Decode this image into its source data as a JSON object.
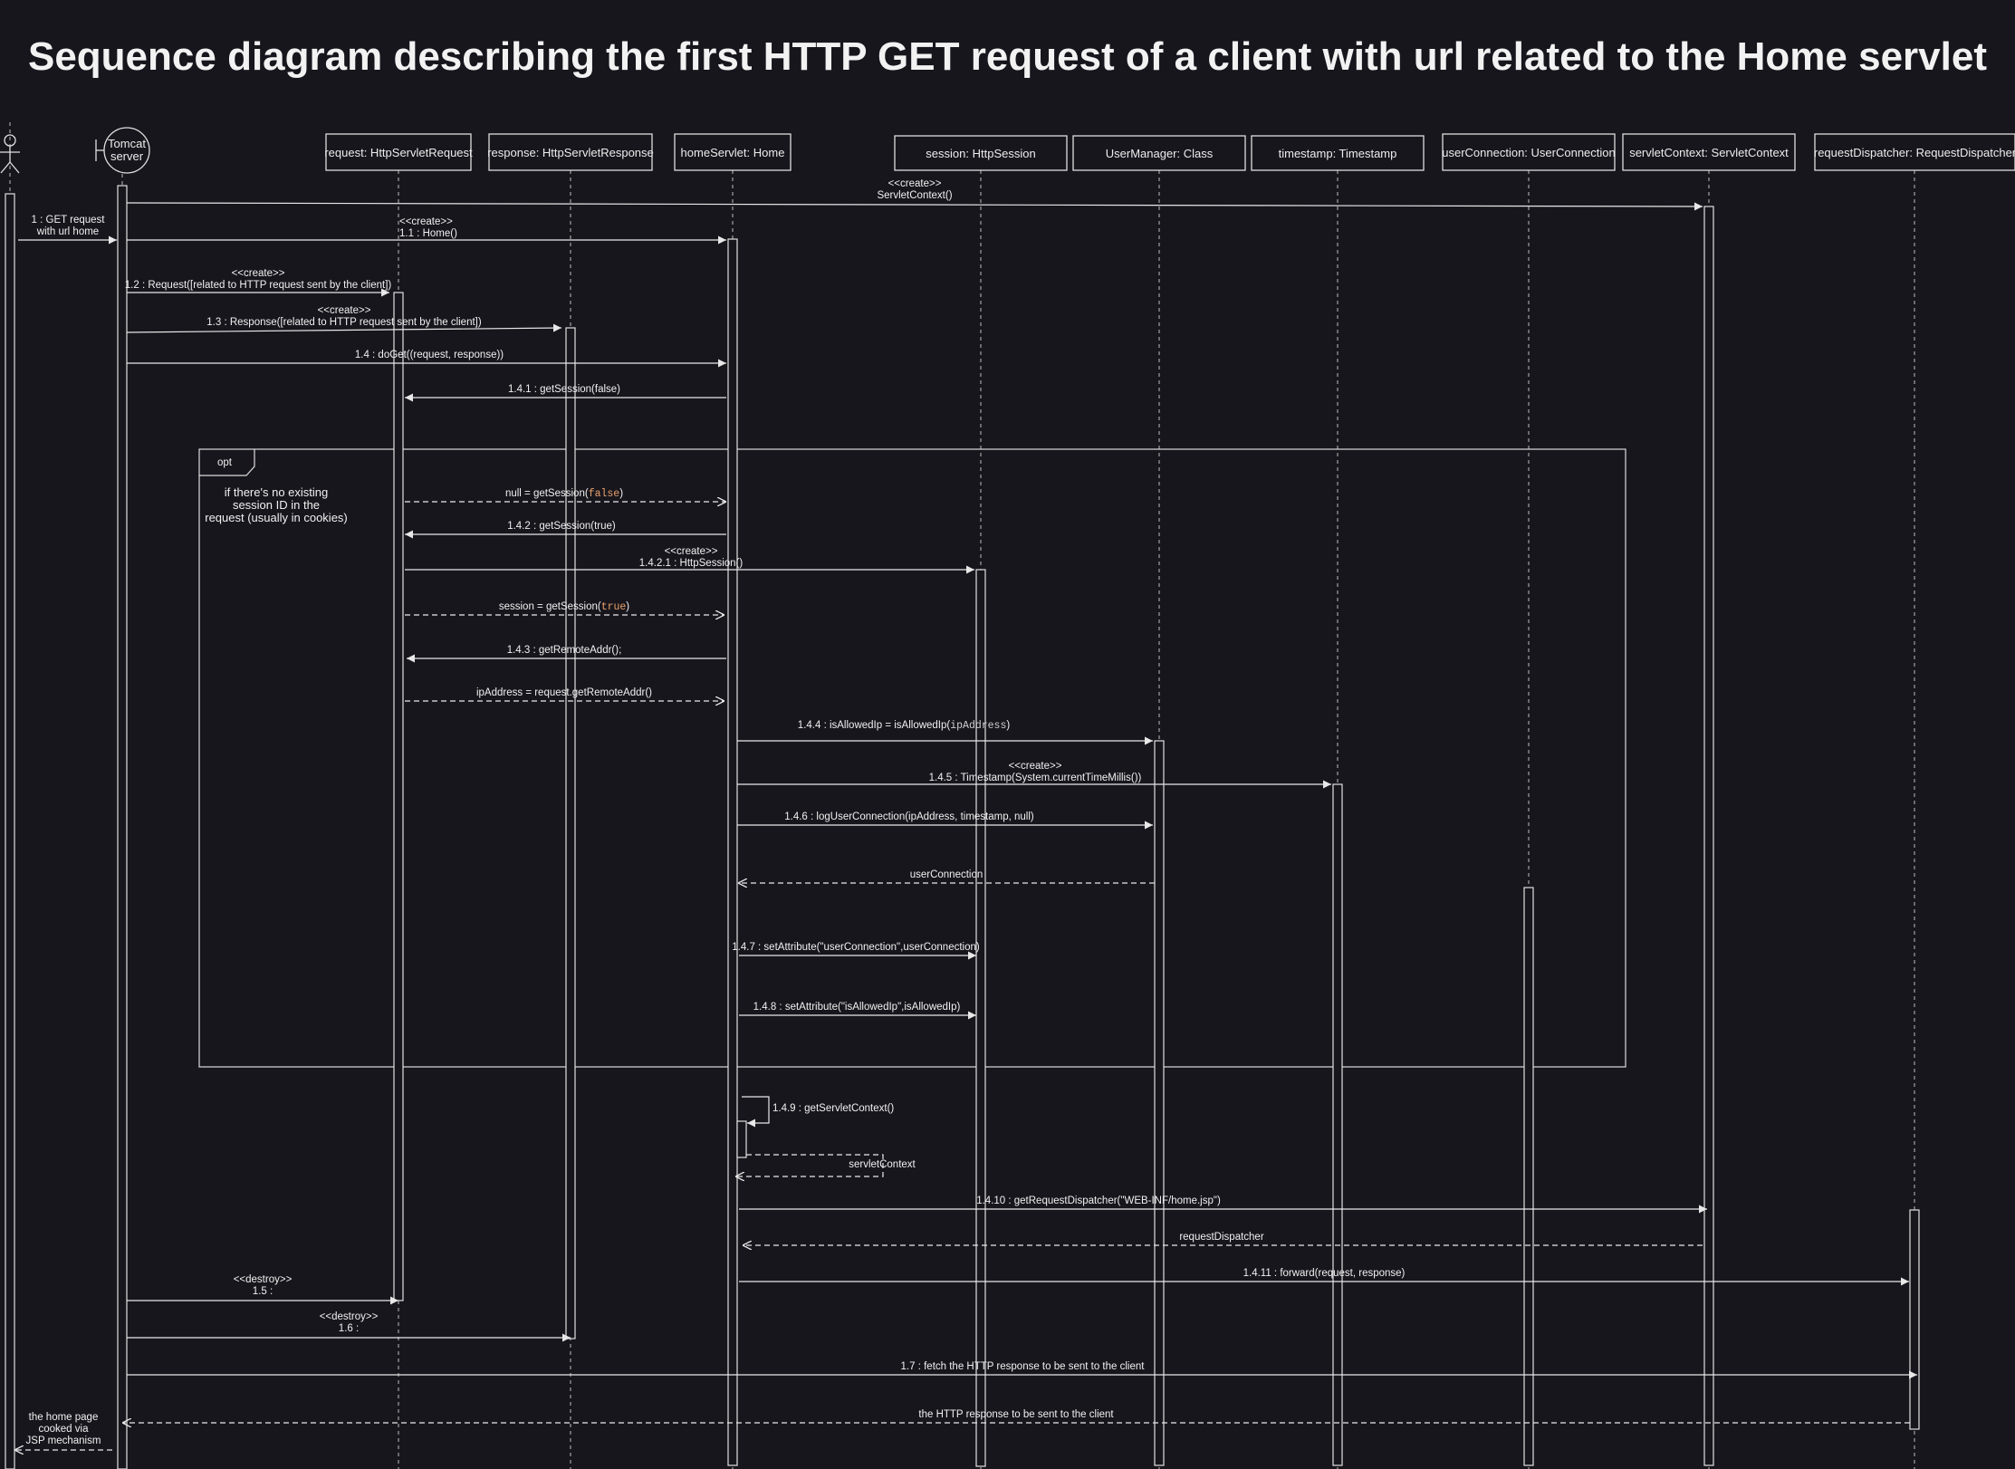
{
  "title": "Sequence diagram describing the first HTTP GET request of a client with url related to the Home servlet",
  "tomcat_label": [
    "Tomcat",
    "server"
  ],
  "participants": [
    {
      "id": "request",
      "label": "request: HttpServletRequest"
    },
    {
      "id": "response",
      "label": "response: HttpServletResponse"
    },
    {
      "id": "home",
      "label": "homeServlet: Home"
    },
    {
      "id": "session",
      "label": "session: HttpSession"
    },
    {
      "id": "usermanager",
      "label": "UserManager: Class"
    },
    {
      "id": "timestamp",
      "label": "timestamp: Timestamp"
    },
    {
      "id": "userconnection",
      "label": "userConnection: UserConnection"
    },
    {
      "id": "servletcontext",
      "label": "servletContext: ServletContext"
    },
    {
      "id": "dispatcher",
      "label": "requestDispatcher: RequestDispatcher"
    }
  ],
  "opt_frame": {
    "tag": "opt",
    "guard": [
      "if there's no existing",
      "session ID in the",
      "request (usually in cookies)"
    ]
  },
  "messages": [
    {
      "id": "m_ctx",
      "from": "tomcat",
      "to": "servletcontext",
      "kind": "sync",
      "text": [
        "<<create>>",
        "ServletContext()"
      ]
    },
    {
      "id": "m1",
      "from": "actor",
      "to": "tomcat",
      "kind": "sync",
      "text": [
        "1 : GET request",
        "with url home"
      ]
    },
    {
      "id": "m11",
      "from": "tomcat",
      "to": "home",
      "kind": "sync",
      "text": [
        "<<create>>",
        "1.1 : Home()"
      ]
    },
    {
      "id": "m12",
      "from": "tomcat",
      "to": "request",
      "kind": "sync",
      "text": [
        "<<create>>",
        "1.2 : Request([related to HTTP request sent by the client])"
      ]
    },
    {
      "id": "m13",
      "from": "tomcat",
      "to": "response",
      "kind": "sync",
      "text": [
        "<<create>>",
        "1.3 : Response([related to HTTP request sent by the client])"
      ]
    },
    {
      "id": "m14",
      "from": "tomcat",
      "to": "home",
      "kind": "sync",
      "text": [
        "1.4 : doGet((request, response))"
      ]
    },
    {
      "id": "m141",
      "from": "home",
      "to": "request",
      "kind": "sync",
      "text": [
        "1.4.1 : getSession(false)"
      ]
    },
    {
      "id": "r_null",
      "from": "request",
      "to": "home",
      "kind": "return",
      "text": [
        "null = getSession(",
        "false",
        ")"
      ]
    },
    {
      "id": "m142",
      "from": "home",
      "to": "request",
      "kind": "sync",
      "text": [
        "1.4.2 : getSession(true)"
      ]
    },
    {
      "id": "m1421",
      "from": "request",
      "to": "session",
      "kind": "sync",
      "text": [
        "<<create>>",
        "1.4.2.1 : HttpSession()"
      ]
    },
    {
      "id": "r_sess",
      "from": "request",
      "to": "home",
      "kind": "return",
      "text": [
        "session = getSession(",
        "true",
        ")"
      ]
    },
    {
      "id": "m143",
      "from": "home",
      "to": "request",
      "kind": "sync",
      "text": [
        "1.4.3 : getRemoteAddr();"
      ]
    },
    {
      "id": "r_ip",
      "from": "request",
      "to": "home",
      "kind": "return",
      "text": [
        "ipAddress = request.getRemoteAddr()"
      ]
    },
    {
      "id": "m144",
      "from": "home",
      "to": "usermanager",
      "kind": "sync",
      "text": [
        "1.4.4 : isAllowedIp = isAllowedIp(",
        "ipAddress",
        ")"
      ]
    },
    {
      "id": "m145",
      "from": "home",
      "to": "timestamp",
      "kind": "sync",
      "text": [
        "<<create>>",
        "1.4.5 : Timestamp(System.currentTimeMillis())"
      ]
    },
    {
      "id": "m146",
      "from": "home",
      "to": "usermanager",
      "kind": "sync",
      "text": [
        "1.4.6 : logUserConnection(ipAddress, timestamp, null)"
      ]
    },
    {
      "id": "r_uc",
      "from": "usermanager",
      "to": "home",
      "kind": "return",
      "text": [
        "userConnection"
      ]
    },
    {
      "id": "m147",
      "from": "home",
      "to": "session",
      "kind": "sync",
      "text": [
        "1.4.7 : setAttribute(\"userConnection\",userConnection)"
      ]
    },
    {
      "id": "m148",
      "from": "home",
      "to": "session",
      "kind": "sync",
      "text": [
        "1.4.8 : setAttribute(\"isAllowedIp\",isAllowedIp)"
      ]
    },
    {
      "id": "m149",
      "from": "home",
      "to": "home",
      "kind": "self",
      "text": [
        "1.4.9 : getServletContext()"
      ]
    },
    {
      "id": "r_sc",
      "from": "home",
      "to": "home",
      "kind": "return",
      "text": [
        "servletContext"
      ]
    },
    {
      "id": "m1410",
      "from": "home",
      "to": "servletcontext",
      "kind": "sync",
      "text": [
        "1.4.10 : getRequestDispatcher(\"WEB-INF/home.jsp\")"
      ]
    },
    {
      "id": "r_rd",
      "from": "servletcontext",
      "to": "home",
      "kind": "return",
      "text": [
        "requestDispatcher"
      ]
    },
    {
      "id": "m1411",
      "from": "home",
      "to": "dispatcher",
      "kind": "sync",
      "text": [
        "1.4.11 : forward(request, response)"
      ]
    },
    {
      "id": "m15",
      "from": "tomcat",
      "to": "request",
      "kind": "sync",
      "text": [
        "<<destroy>>",
        "1.5 :"
      ]
    },
    {
      "id": "m16",
      "from": "tomcat",
      "to": "response",
      "kind": "sync",
      "text": [
        "<<destroy>>",
        "1.6 :"
      ]
    },
    {
      "id": "m17",
      "from": "tomcat",
      "to": "dispatcher",
      "kind": "sync",
      "text": [
        "1.7 : fetch the HTTP response to be sent to the client"
      ]
    },
    {
      "id": "r_resp",
      "from": "dispatcher",
      "to": "tomcat",
      "kind": "return",
      "text": [
        "the HTTP response to be sent to the client"
      ]
    },
    {
      "id": "r_home",
      "from": "tomcat",
      "to": "actor",
      "kind": "return",
      "text": [
        "the home page",
        "cooked via",
        "JSP mechanism"
      ]
    }
  ]
}
